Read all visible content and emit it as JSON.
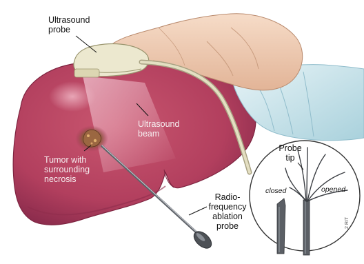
{
  "labels": {
    "ultrasound_probe": "Ultrasound\nprobe",
    "ultrasound_beam": "Ultrasound\nbeam",
    "tumor": "Tumor with\nsurrounding\nnecrosis",
    "rfa_probe": "Radio-\nfrequency\nablation\nprobe",
    "probe_tip": "Probe\ntip",
    "closed": "closed",
    "opened": "opened",
    "artist_code": "2 RIT"
  },
  "colors": {
    "liver_fill": "#b23f5e",
    "liver_dark": "#7e2440",
    "liver_light": "#d9778f",
    "skin": "#f1cfb8",
    "skin_shadow": "#d9a98a",
    "sleeve": "#cfe5ec",
    "sleeve_dark": "#9cc6d3",
    "probe_body": "#e9e6cc",
    "cable": "#dcd7b8",
    "needle": "#6b6f75",
    "tumor": "#8a5a3a"
  }
}
